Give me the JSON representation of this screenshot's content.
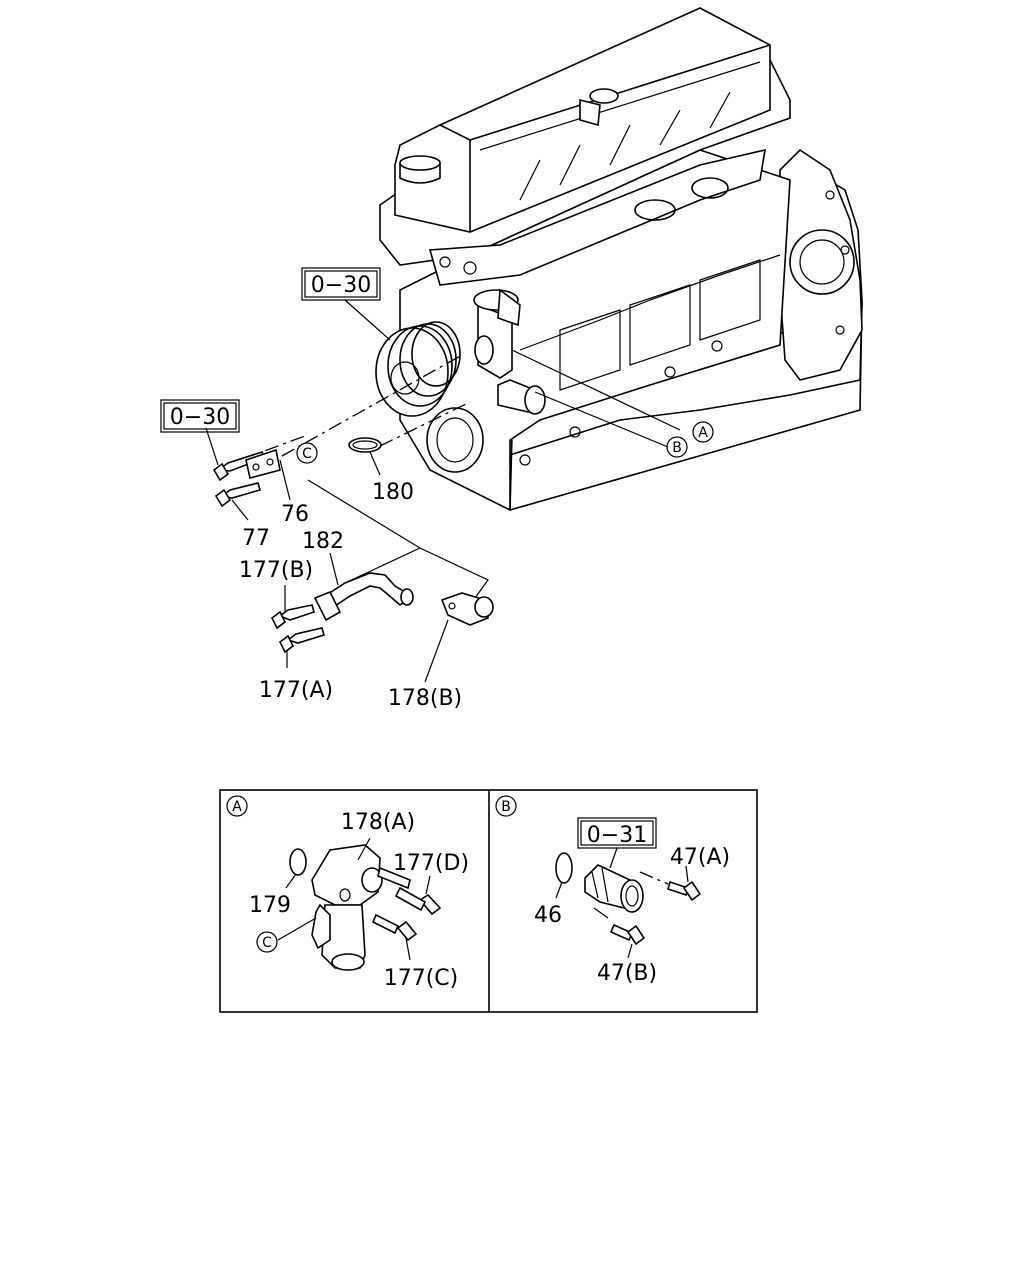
{
  "callouts": {
    "ref_0_30_top": "0−30",
    "ref_0_30_left": "0−30",
    "ref_0_31": "0−31",
    "c_marker": "C",
    "a_marker": "A",
    "b_marker": "B",
    "p180": "180",
    "p76": "76",
    "p77": "77",
    "p182": "182",
    "p177B": "177(B)",
    "p177A": "177(A)",
    "p178B": "178(B)"
  },
  "inset_a": {
    "marker": "A",
    "p178A": "178(A)",
    "p177D": "177(D)",
    "p179": "179",
    "c_marker": "C",
    "p177C": "177(C)"
  },
  "inset_b": {
    "marker": "B",
    "p47A": "47(A)",
    "p46": "46",
    "p47B": "47(B)"
  }
}
